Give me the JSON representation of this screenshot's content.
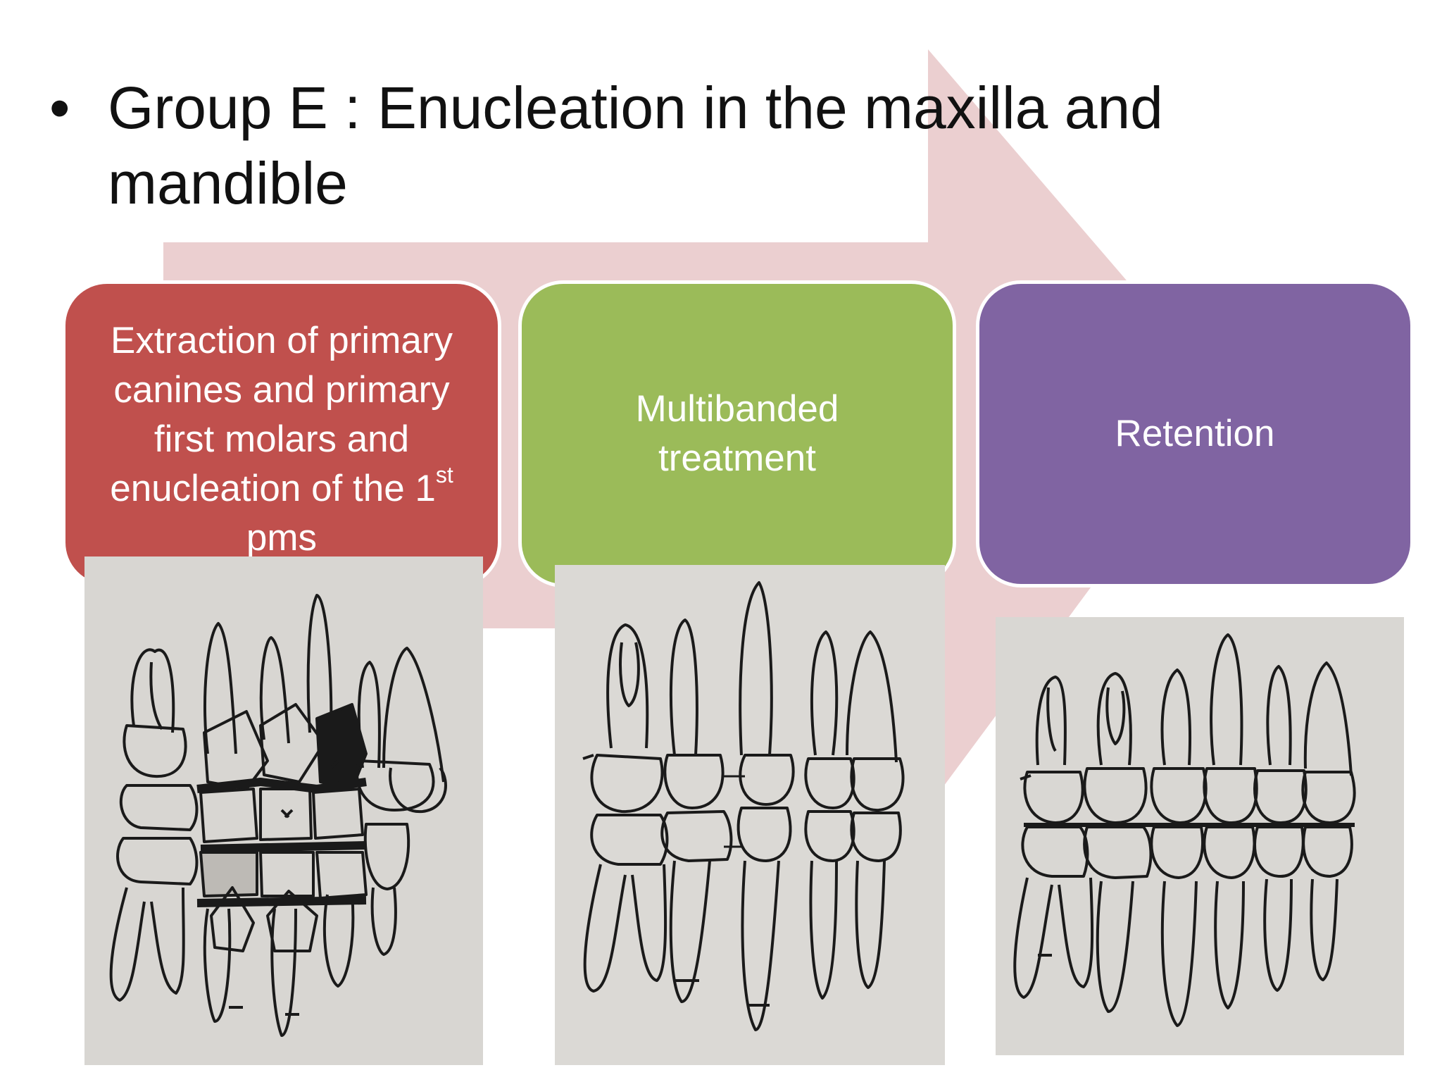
{
  "title": {
    "bullet": "•",
    "text": "Group E : Enucleation in the maxilla and mandible"
  },
  "steps": [
    {
      "label_main": "Extraction of primary canines and primary first molars and enucleation of the 1",
      "label_sup": "st",
      "label_tail": " pms",
      "color": "#c0504d"
    },
    {
      "label": "Multibanded treatment",
      "color": "#9bbb59"
    },
    {
      "label": "Retention",
      "color": "#8064a2"
    }
  ],
  "arrow_color": "#ebcfd0",
  "photos": [
    {
      "icon": "teeth-diagram-extraction-icon"
    },
    {
      "icon": "teeth-diagram-multibanded-icon"
    },
    {
      "icon": "teeth-diagram-retention-icon"
    }
  ]
}
